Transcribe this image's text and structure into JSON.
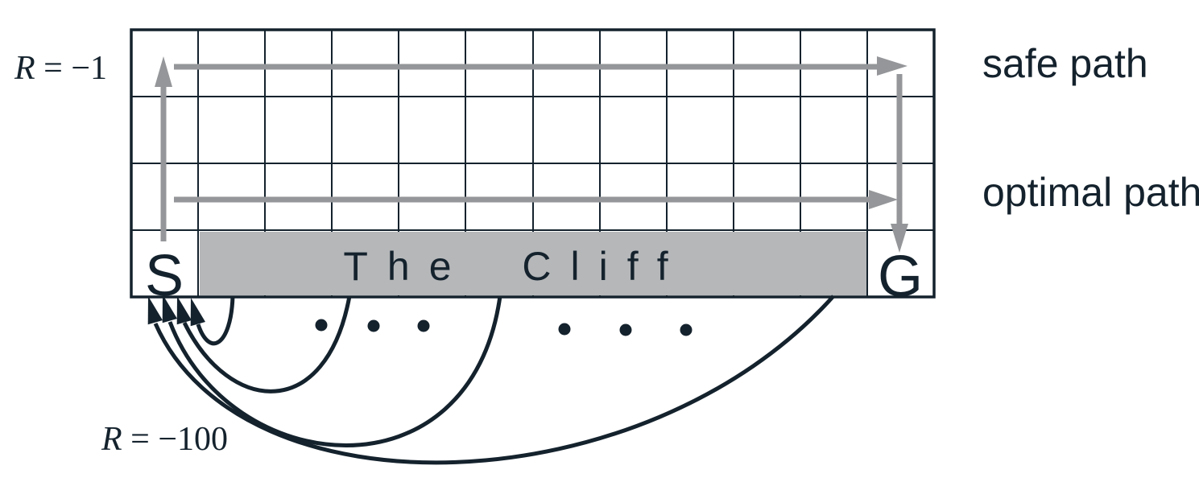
{
  "labels": {
    "reward_step": {
      "var": "R",
      "value": " = −1"
    },
    "reward_cliff": {
      "var": "R",
      "value": " = −100"
    },
    "safe_path": "safe path",
    "optimal_path": "optimal path",
    "start": "S",
    "goal": "G",
    "cliff": "The Cliff"
  },
  "grid": {
    "columns": 12,
    "rows": 4
  },
  "colors": {
    "ink": "#14222d",
    "path_gray": "#949699",
    "cliff_fill": "#b5b7b9"
  }
}
